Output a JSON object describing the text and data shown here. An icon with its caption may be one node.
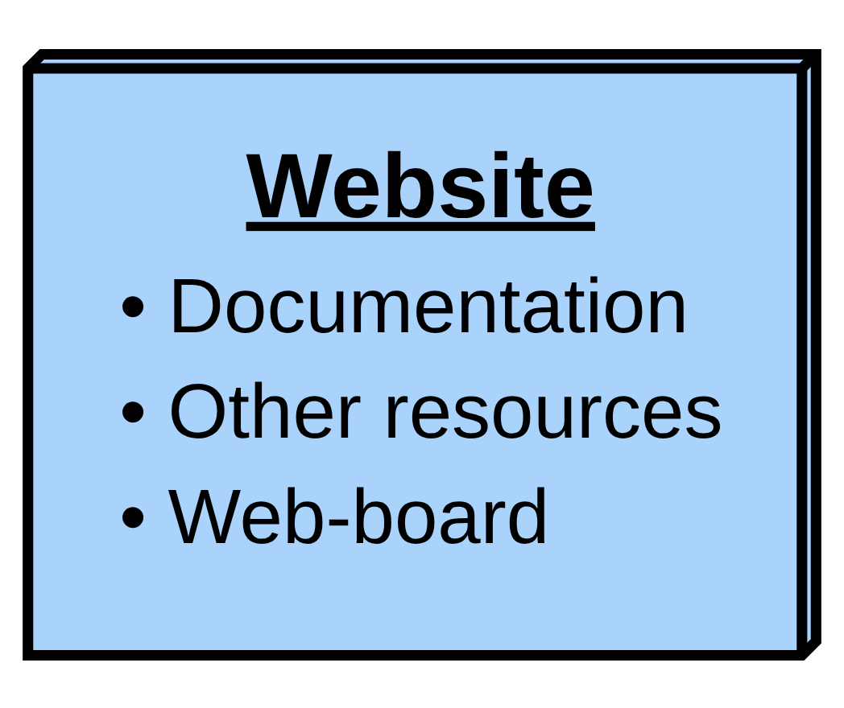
{
  "diagram": {
    "nodes": [
      {
        "text": [
          "Website",
          "• Documentation",
          "• Other resources",
          "• Web-board"
        ]
      }
    ]
  }
}
